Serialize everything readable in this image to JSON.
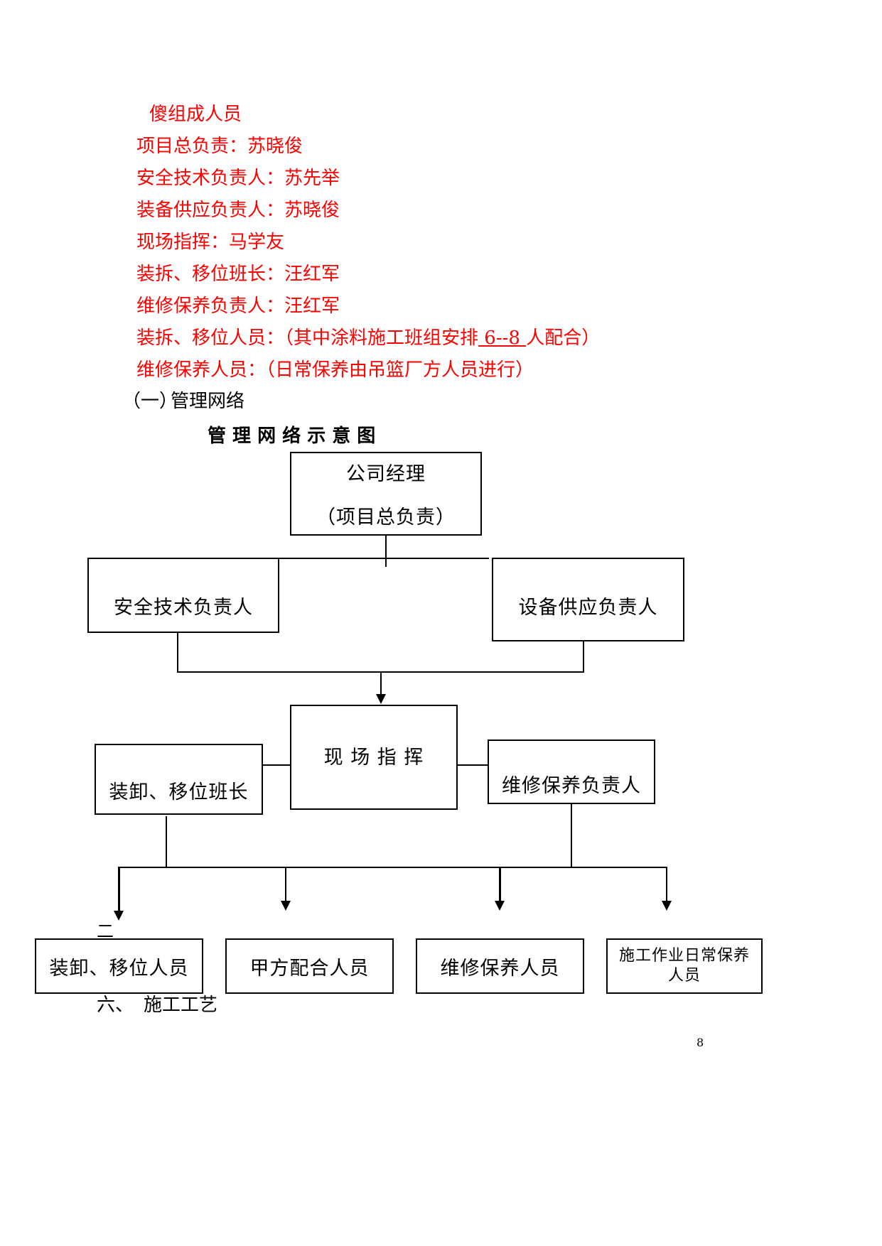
{
  "roster": {
    "heading": "傻组成人员",
    "lines": [
      "项目总负责：苏晓俊",
      "安全技术负责人：苏先举",
      "装备供应负责人：苏晓俊",
      "现场指挥：马学友",
      "装拆、移位班长：汪红军",
      "维修保养负责人：汪红军"
    ],
    "line7_pre": "装拆、移位人员：（其中涂料施工班组安排",
    "line7_num": " 6--8 ",
    "line7_post": "人配合）",
    "line8": "维修保养人员：（日常保养由吊篮厂方人员进行）",
    "text_color": "#ff0000"
  },
  "section": {
    "marker": "（一）",
    "title": "管理网络"
  },
  "diagram": {
    "title": "管 理 网 络 示 意 图",
    "top_line1": "公司经理",
    "top_line2": "（项目总负责）",
    "safety": "安全技术负责人",
    "equipment": "设备供应负责人",
    "site": "现 场 指 挥",
    "loading_leader": "装卸、移位班长",
    "maintenance_leader": "维修保养负责人",
    "bottom1": "装卸、移位人员",
    "bottom2": "甲方配合人员",
    "bottom3": "维修保养人员",
    "bottom4": "施工作业日常保养人员"
  },
  "stray_mark": "二",
  "next_section": {
    "marker": "六、",
    "title": "施工工艺"
  },
  "page_number": "8"
}
